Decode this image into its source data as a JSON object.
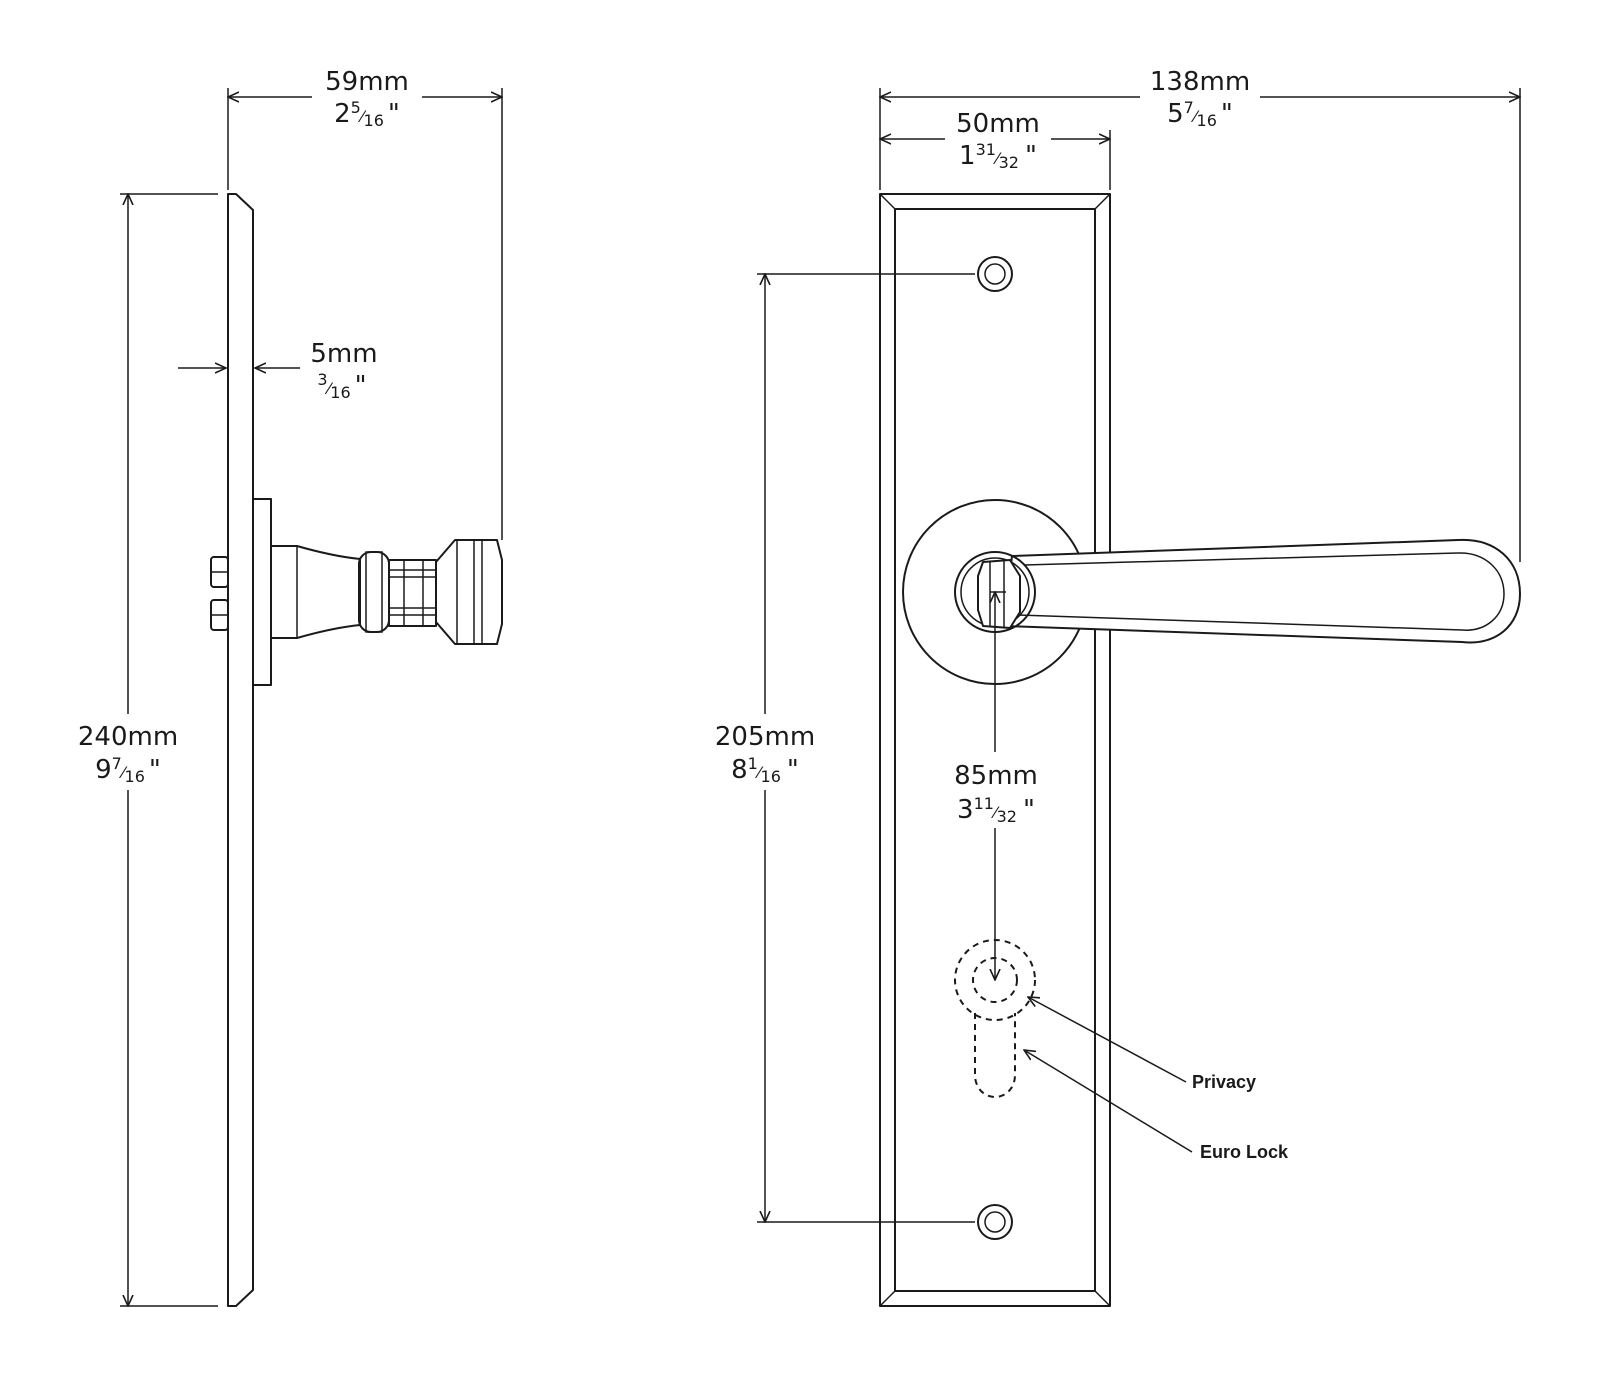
{
  "colors": {
    "line": "#1a1a1a",
    "background": "#ffffff"
  },
  "side_view": {
    "width": {
      "metric": "59mm",
      "whole": "2",
      "num": "5",
      "den": "16",
      "mark": "\""
    },
    "height": {
      "metric": "240mm",
      "whole": "9",
      "num": "7",
      "den": "16",
      "mark": "\""
    },
    "thickness": {
      "metric": "5mm",
      "whole": "",
      "num": "3",
      "den": "16",
      "mark": "\""
    }
  },
  "front_view": {
    "overall_width": {
      "metric": "138mm",
      "whole": "5",
      "num": "7",
      "den": "16",
      "mark": "\""
    },
    "plate_width": {
      "metric": "50mm",
      "whole": "1",
      "num": "31",
      "den": "32",
      "mark": "\""
    },
    "screw_centres": {
      "metric": "205mm",
      "whole": "8",
      "num": "1",
      "den": "16",
      "mark": "\""
    },
    "backset": {
      "metric": "85mm",
      "whole": "3",
      "num": "11",
      "den": "32",
      "mark": "\""
    }
  },
  "callouts": {
    "privacy": "Privacy",
    "euro_lock": "Euro Lock"
  }
}
